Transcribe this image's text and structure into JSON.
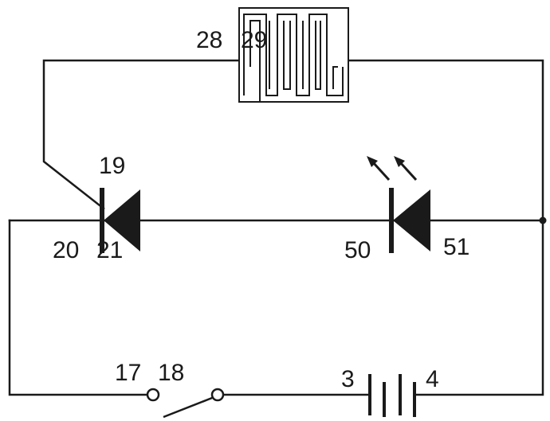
{
  "labels": {
    "n3": "3",
    "n4": "4",
    "n17": "17",
    "n18": "18",
    "n19": "19",
    "n20": "20",
    "n21": "21",
    "n28": "28",
    "n29": "29",
    "n50": "50",
    "n51": "51"
  },
  "colors": {
    "line": "#1a1a1a",
    "background": "#ffffff"
  },
  "icons": {
    "diode": "diode-icon",
    "led": "led-icon",
    "battery": "battery-icon",
    "switch": "switch-icon",
    "sensor": "meander-sensor-icon"
  }
}
